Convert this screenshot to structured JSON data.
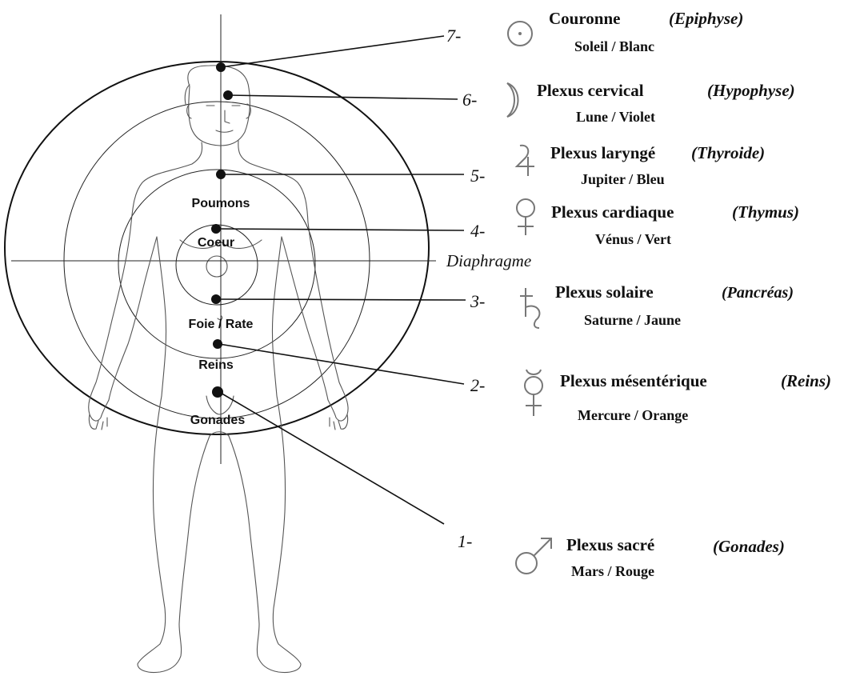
{
  "organs": {
    "poumons": "Poumons",
    "coeur": "Coeur",
    "foie_rate": "Foie / Rate",
    "reins": "Reins",
    "gonades": "Gonades"
  },
  "diaphragm_label": "Diaphragme",
  "chakras": [
    {
      "number": "7-",
      "symbol": "sun-symbol-icon",
      "title": "Couronne",
      "gland": "(Epiphyse)",
      "subtitle": "Soleil / Blanc"
    },
    {
      "number": "6-",
      "symbol": "moon-symbol-icon",
      "title": "Plexus cervical",
      "gland": "(Hypophyse)",
      "subtitle": "Lune / Violet"
    },
    {
      "number": "5-",
      "symbol": "jupiter-symbol-icon",
      "title": "Plexus laryngé",
      "gland": "(Thyroide)",
      "subtitle": "Jupiter / Bleu"
    },
    {
      "number": "4-",
      "symbol": "venus-symbol-icon",
      "title": "Plexus cardiaque",
      "gland": "(Thymus)",
      "subtitle": "Vénus / Vert"
    },
    {
      "number": "3-",
      "symbol": "saturn-symbol-icon",
      "title": "Plexus solaire",
      "gland": "(Pancréas)",
      "subtitle": "Saturne / Jaune"
    },
    {
      "number": "2-",
      "symbol": "mercury-symbol-icon",
      "title": "Plexus mésentérique",
      "gland": "(Reins)",
      "subtitle": "Mercure / Orange"
    },
    {
      "number": "1-",
      "symbol": "mars-symbol-icon",
      "title": "Plexus sacré",
      "gland": "(Gonades)",
      "subtitle": "Mars / Rouge"
    }
  ],
  "colors": {
    "ink": "#111111",
    "body_outline": "#555555",
    "symbol": "#7a7a7a",
    "background": "#ffffff"
  }
}
